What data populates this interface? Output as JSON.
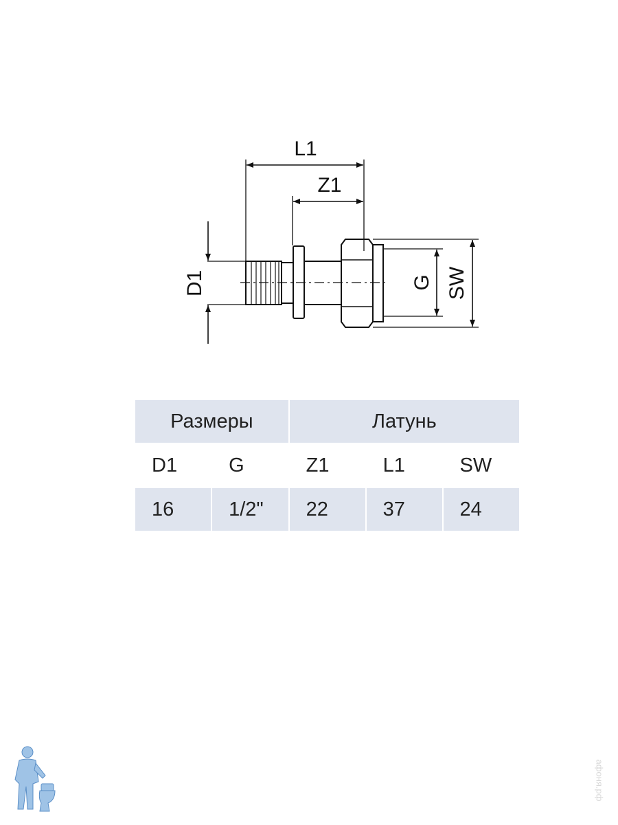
{
  "drawing": {
    "labels": {
      "L1": "L1",
      "Z1": "Z1",
      "D1": "D1",
      "G": "G",
      "SW": "SW"
    }
  },
  "table": {
    "group_headers": [
      "Размеры",
      "Латунь"
    ],
    "columns": [
      "D1",
      "G",
      "Z1",
      "L1",
      "SW"
    ],
    "rows": [
      [
        "16",
        "1/2\"",
        "22",
        "37",
        "24"
      ]
    ],
    "header_bg": "#dfe4ee"
  },
  "watermark": "афоня.рф"
}
